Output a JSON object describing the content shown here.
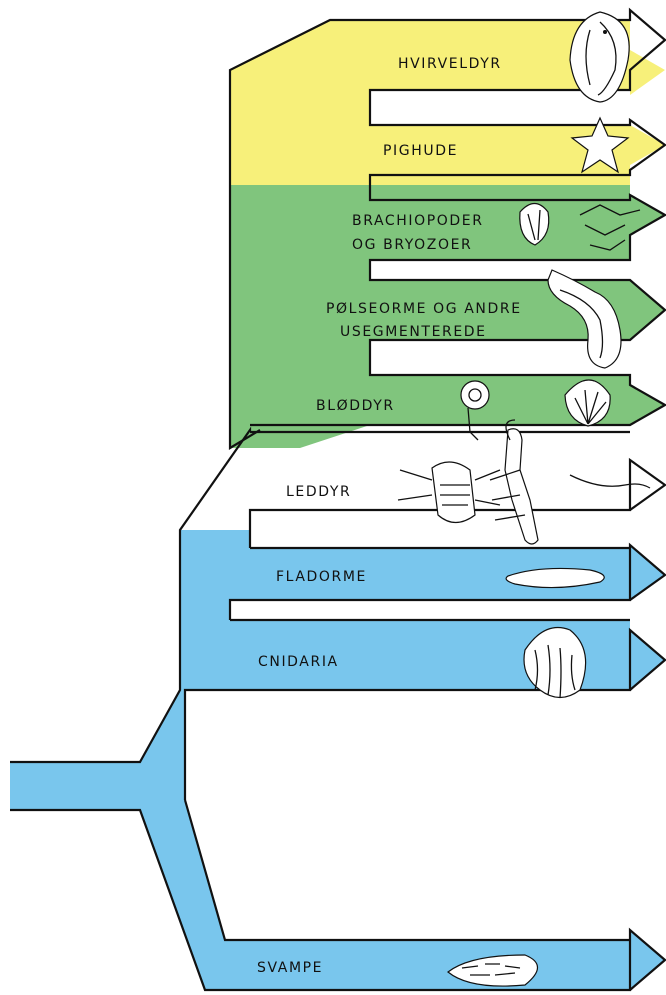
{
  "colors": {
    "vertebrate_band": "#f7f07a",
    "green_band": "#80c57d",
    "blue_band": "#79c6ed",
    "outline": "#111111"
  },
  "branches": [
    {
      "id": "hvirveldyr",
      "label_lines": [
        "HVIRVELDYR"
      ],
      "icon": "flatfish-icon"
    },
    {
      "id": "pighude",
      "label_lines": [
        "PIGHUDE"
      ],
      "icon": "starfish-icon"
    },
    {
      "id": "brachiopoder",
      "label_lines": [
        "BRACHIOPODER",
        "OG BRYOZOER"
      ],
      "icon": "brachiopod-icon"
    },
    {
      "id": "polseorme",
      "label_lines": [
        "PØLSEORME OG ANDRE",
        "USEGMENTEREDE"
      ],
      "icon": "sausage-worm-icon"
    },
    {
      "id": "blodyr",
      "label_lines": [
        "BLØDDYR"
      ],
      "icon": "snail-shell-icon"
    },
    {
      "id": "leddyr",
      "label_lines": [
        "LEDDYR"
      ],
      "icon": "arthropod-icon"
    },
    {
      "id": "fladorme",
      "label_lines": [
        "FLADORME"
      ],
      "icon": "flatworm-icon"
    },
    {
      "id": "cnidaria",
      "label_lines": [
        "CNIDARIA"
      ],
      "icon": "jellyfish-icon"
    },
    {
      "id": "svampe",
      "label_lines": [
        "SVAMPE"
      ],
      "icon": "sponge-icon"
    }
  ]
}
